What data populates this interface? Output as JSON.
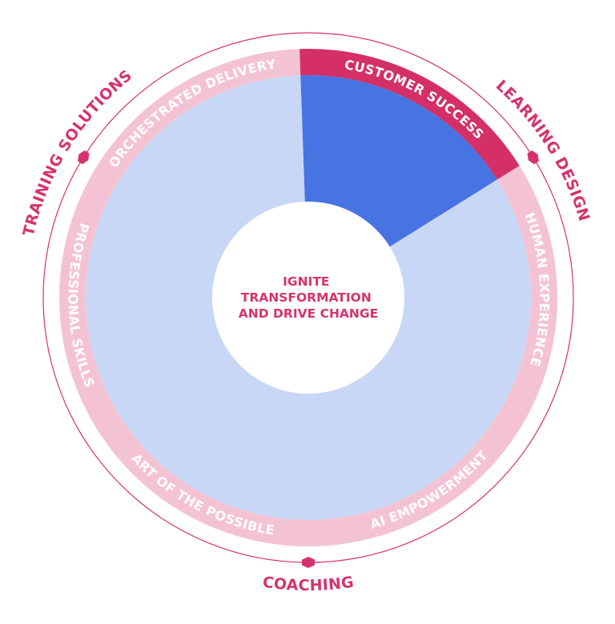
{
  "colors": {
    "accent": "#d6336c",
    "ring_inactive": "#f4c3d3",
    "ring_active": "#d42f67",
    "wedge_inactive": "#c8d7f6",
    "wedge_active": "#4873e3",
    "center_fill": "#ffffff",
    "outline": "#d6336c"
  },
  "center": {
    "lines": [
      "IGNITE",
      "TRANSFORMATION",
      "AND DRIVE CHANGE"
    ]
  },
  "segments": [
    {
      "label": "ORCHESTRATED DELIVERY",
      "active": false
    },
    {
      "label": "CUSTOMER SUCCESS",
      "active": true
    },
    {
      "label": "HUMAN EXPERIENCE",
      "active": false
    },
    {
      "label": "AI EMPOWERMENT",
      "active": false
    },
    {
      "label": "ART OF THE POSSIBLE",
      "active": false
    },
    {
      "label": "PROFESSIONAL SKILLS",
      "active": false
    }
  ],
  "outer_labels": [
    {
      "label": "LEARNING DESIGN",
      "icon": "hexagon-marker-icon"
    },
    {
      "label": "COACHING",
      "icon": "hexagon-marker-icon"
    },
    {
      "label": "TRAINING SOLUTIONS",
      "icon": "hexagon-marker-icon"
    }
  ]
}
